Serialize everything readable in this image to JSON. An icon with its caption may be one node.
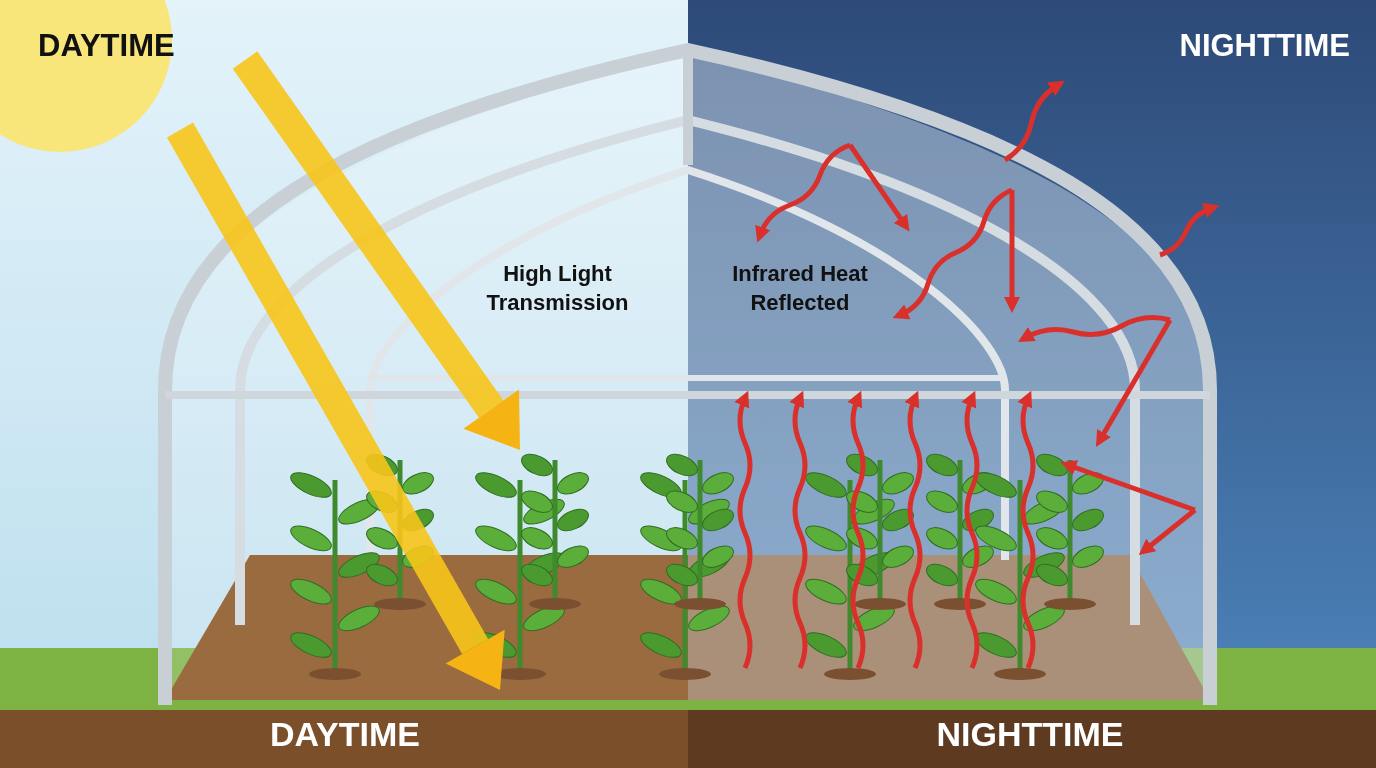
{
  "diagram": {
    "labels": [
      "DAYTIME",
      "NIGHTTIME",
      "High Light Transmission",
      "Infrared Heat Reflected",
      "DAYTIME",
      "NIGHTTIME"
    ]
  }
}
